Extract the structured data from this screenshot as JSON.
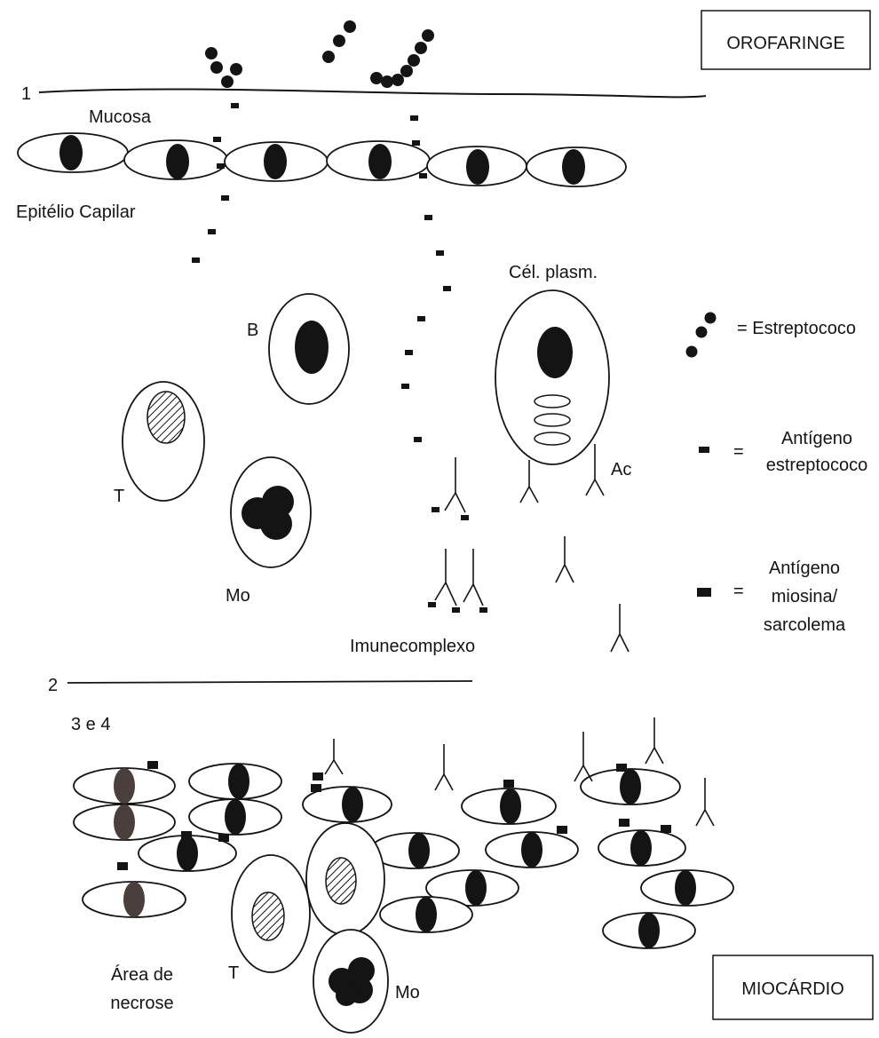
{
  "labels": {
    "orofaringe": "OROFARINGE",
    "miocardio": "MIOCÁRDIO",
    "stage1": "1",
    "stage2": "2",
    "stage34": "3 e 4",
    "mucosa": "Mucosa",
    "epitelio": "Epitélio Capilar",
    "cel_plasm": "Cél. plasm.",
    "b_cell": "B",
    "t_cell_top": "T",
    "mo_top": "Mo",
    "ac": "Ac",
    "imunecomplexo": "Imunecomplexo",
    "area_necrose_1": "Área de",
    "area_necrose_2": "necrose",
    "t_cell_bottom": "T",
    "mo_bottom": "Mo"
  },
  "legend": {
    "estreptococo": "= Estreptococo",
    "eq1": "=",
    "antigeno_strep_1": "Antígeno",
    "antigeno_strep_2": "estreptococo",
    "eq2": "=",
    "antigeno_mio_1": "Antígeno",
    "antigeno_mio_2": "miosina/",
    "antigeno_mio_3": "sarcolema"
  },
  "colors": {
    "ink": "#141414",
    "necrotic": "#4a3f3c",
    "paper": "#ffffff"
  }
}
